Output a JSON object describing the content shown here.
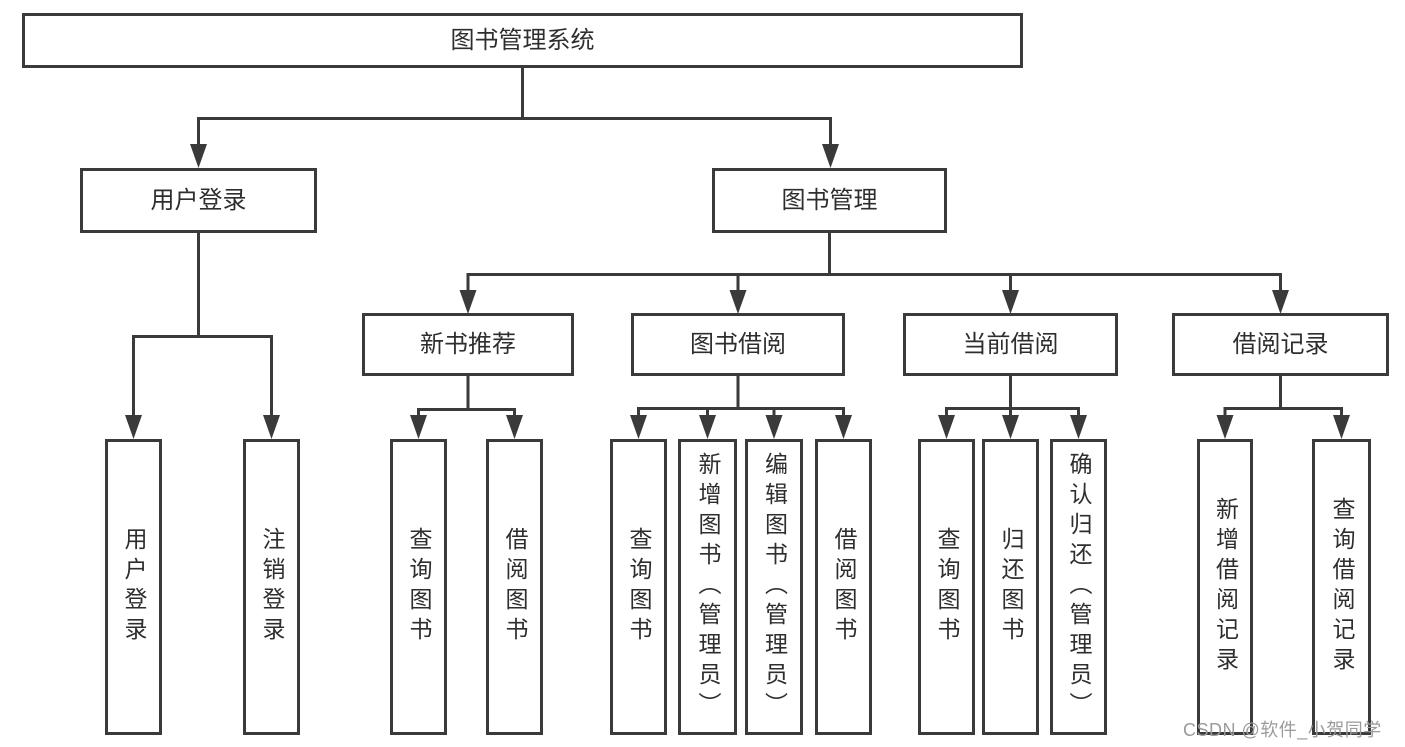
{
  "diagram": {
    "root": {
      "label": "图书管理系统"
    },
    "level2": [
      {
        "label": "用户登录"
      },
      {
        "label": "图书管理"
      }
    ],
    "level3": [
      {
        "label": "新书推荐"
      },
      {
        "label": "图书借阅"
      },
      {
        "label": "当前借阅"
      },
      {
        "label": "借阅记录"
      }
    ],
    "leaves": [
      {
        "label": "用户登录"
      },
      {
        "label": "注销登录"
      },
      {
        "label": "查询图书"
      },
      {
        "label": "借阅图书"
      },
      {
        "label": "查询图书"
      },
      {
        "label": "新增图书（管理员）"
      },
      {
        "label": "编辑图书（管理员）"
      },
      {
        "label": "借阅图书"
      },
      {
        "label": "查询图书"
      },
      {
        "label": "归还图书"
      },
      {
        "label": "确认归还（管理员）"
      },
      {
        "label": "新增借阅记录"
      },
      {
        "label": "查询借阅记录"
      }
    ]
  },
  "watermark": {
    "text": "CSDN @软件_小贺同学"
  },
  "colors": {
    "line": "#3a3a3a",
    "box_border": "#3a3a3a",
    "text": "#2e2e2e",
    "background": "#ffffff",
    "watermark": "#9b9b9b"
  }
}
